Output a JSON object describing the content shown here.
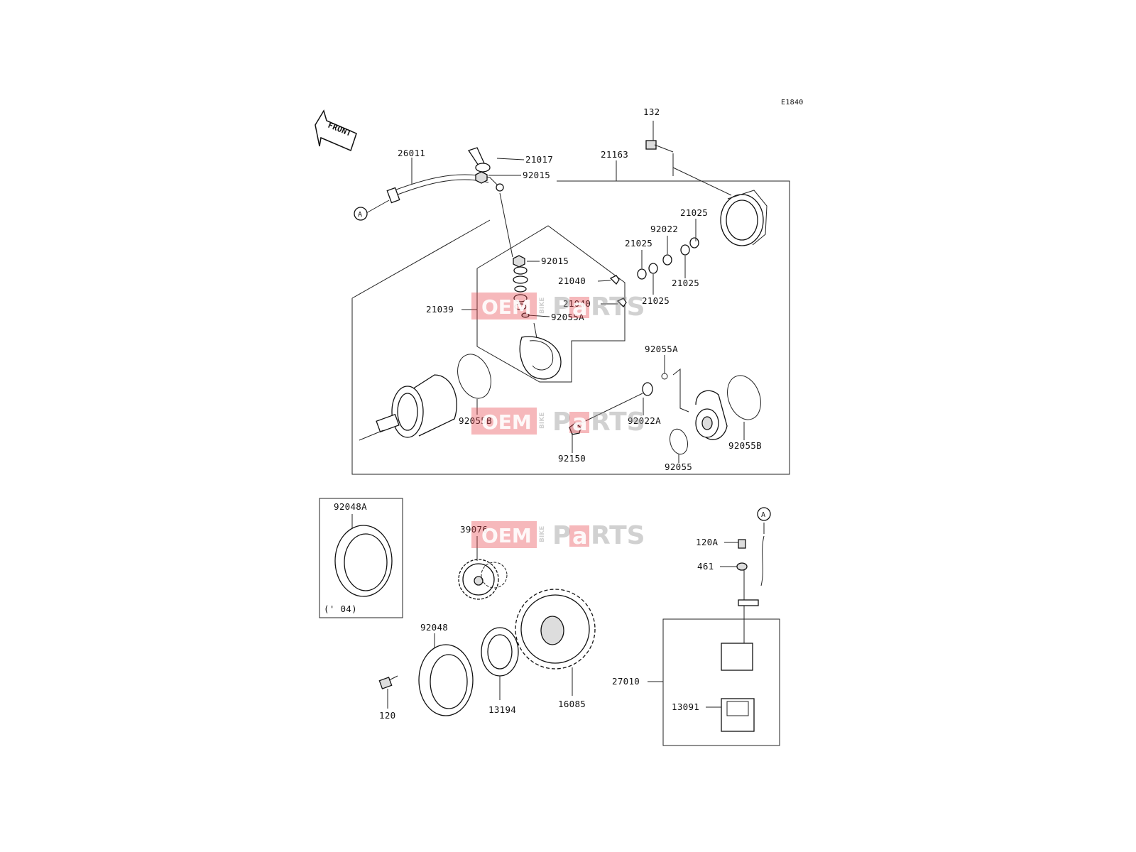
{
  "diagram": {
    "code": "E1840",
    "front_label": "FRONT",
    "variant_note": "(' 04)",
    "connector_tag": "A",
    "parts": [
      "132",
      "26011",
      "21017",
      "92015",
      "21163",
      "92015",
      "21025",
      "92022",
      "21025",
      "21025",
      "21040",
      "21025",
      "21039",
      "21040",
      "92055A",
      "92055A",
      "92055B",
      "92022A",
      "92150",
      "92055",
      "92055B",
      "92048A",
      "39076",
      "120A",
      "461",
      "92048",
      "16085",
      "13194",
      "120",
      "27010",
      "13091"
    ]
  },
  "watermark": {
    "oem": "OEM",
    "bike": "BIKE",
    "parts_prefix": "P",
    "parts_mid": "a",
    "parts_suffix": "RTS"
  }
}
